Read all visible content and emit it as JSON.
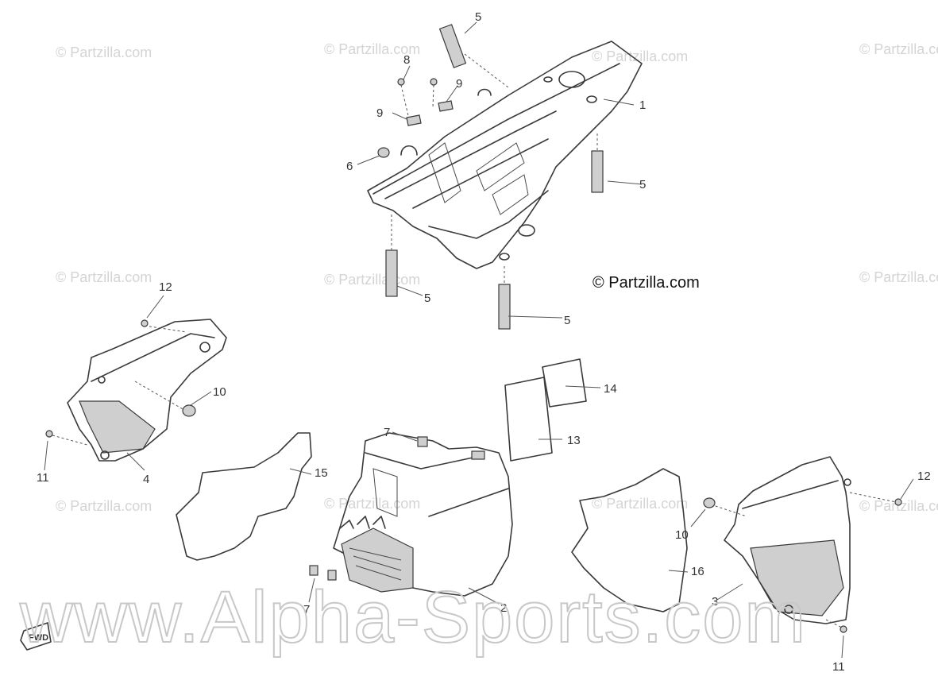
{
  "watermark_text": "© Partzilla.com",
  "copyright_text": "© Partzilla.com",
  "site_watermark": "www.Alpha-Sports.com",
  "direction_label": "FWD",
  "callouts": [
    {
      "id": "c1",
      "label": "1"
    },
    {
      "id": "c2",
      "label": "2"
    },
    {
      "id": "c3",
      "label": "3"
    },
    {
      "id": "c4",
      "label": "4"
    },
    {
      "id": "c5a",
      "label": "5"
    },
    {
      "id": "c5b",
      "label": "5"
    },
    {
      "id": "c5c",
      "label": "5"
    },
    {
      "id": "c5d",
      "label": "5"
    },
    {
      "id": "c6",
      "label": "6"
    },
    {
      "id": "c7a",
      "label": "7"
    },
    {
      "id": "c7b",
      "label": "7"
    },
    {
      "id": "c8",
      "label": "8"
    },
    {
      "id": "c9a",
      "label": "9"
    },
    {
      "id": "c9b",
      "label": "9"
    },
    {
      "id": "c10a",
      "label": "10"
    },
    {
      "id": "c10b",
      "label": "10"
    },
    {
      "id": "c11a",
      "label": "11"
    },
    {
      "id": "c11b",
      "label": "11"
    },
    {
      "id": "c12a",
      "label": "12"
    },
    {
      "id": "c12b",
      "label": "12"
    },
    {
      "id": "c13",
      "label": "13"
    },
    {
      "id": "c14",
      "label": "14"
    },
    {
      "id": "c15",
      "label": "15"
    },
    {
      "id": "c16",
      "label": "16"
    }
  ]
}
